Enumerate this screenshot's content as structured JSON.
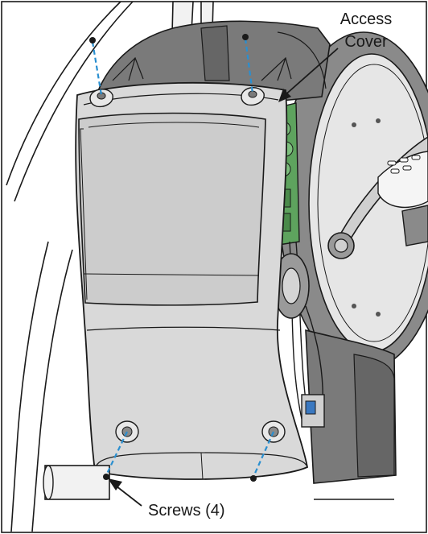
{
  "labels": {
    "access_cover_line1": "Access",
    "access_cover_line2": "Cover",
    "screws": "Screws (4)"
  },
  "colors": {
    "outline": "#1a1a1a",
    "cover_gray": "#d9d9d9",
    "shroud_dark": "#7a7a7a",
    "flywheel_face": "#e6e6e6",
    "electronics_green": "#5ea35e",
    "screw_guide_blue": "#2a8fd0"
  }
}
